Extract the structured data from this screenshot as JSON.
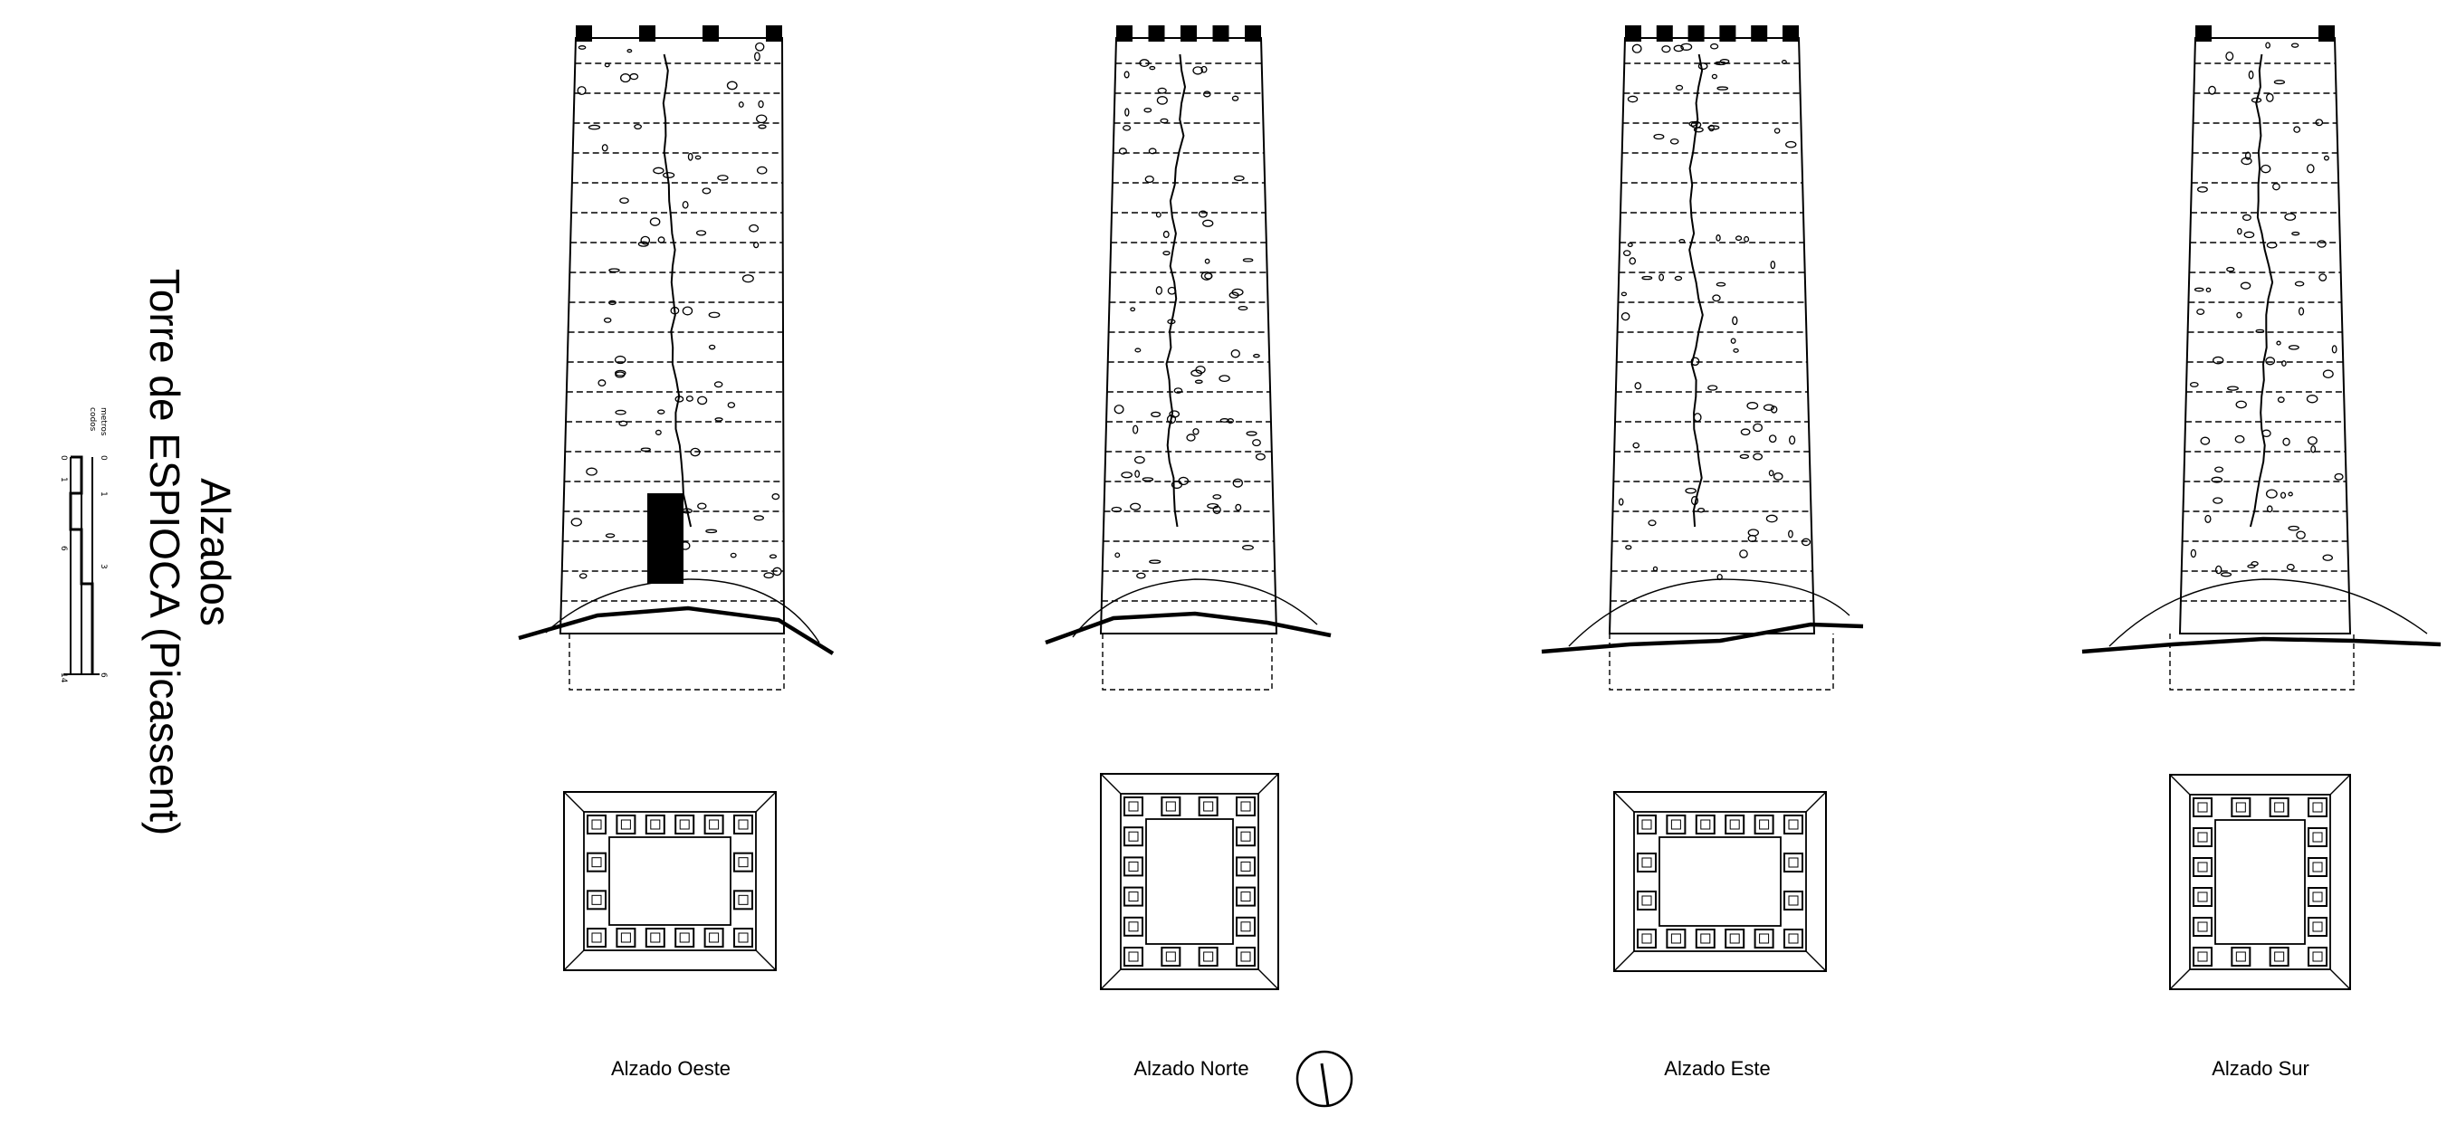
{
  "title": {
    "line1": "Alzados",
    "line2": "Torre de ESPIOCA (Picassent)"
  },
  "scale_bar": {
    "unit_top": "metros",
    "unit_bottom": "codos",
    "metros_ticks": [
      "0",
      "1",
      "3",
      "6"
    ],
    "codos_ticks": [
      "0",
      "1",
      "6",
      "14"
    ]
  },
  "elevations": [
    {
      "label": "Alzado Oeste",
      "has_door": true,
      "merlons": 4
    },
    {
      "label": "Alzado Norte",
      "has_door": false,
      "merlons": 5
    },
    {
      "label": "Alzado Este",
      "has_door": false,
      "merlons": 6
    },
    {
      "label": "Alzado Sur",
      "has_door": false,
      "merlons": 2
    }
  ],
  "north_arrow": {
    "icon": "north-arrow-icon"
  },
  "colors": {
    "ink": "#000000",
    "paper": "#ffffff"
  }
}
